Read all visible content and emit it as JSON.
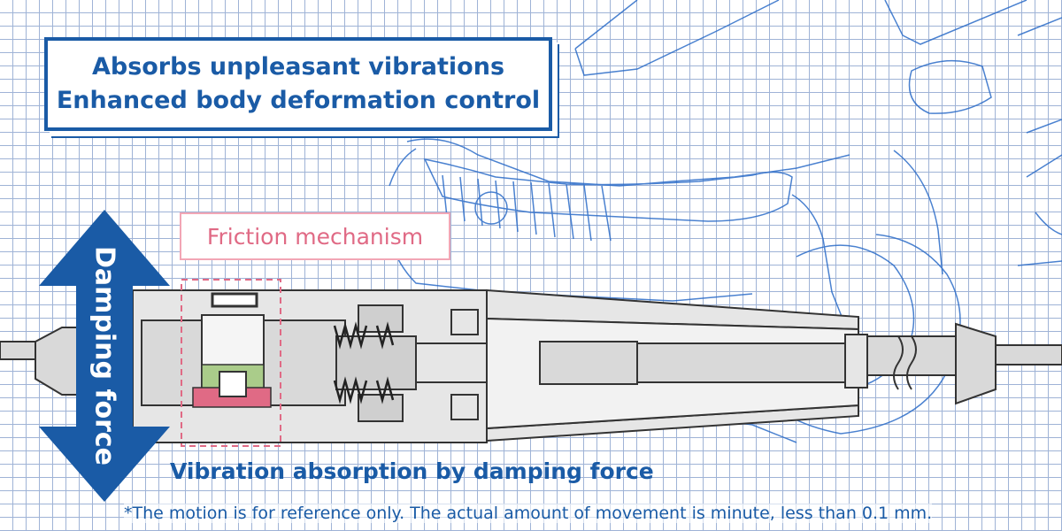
{
  "headline": {
    "line1": "Absorbs unpleasant vibrations",
    "line2": "Enhanced body deformation control"
  },
  "friction_label": "Friction mechanism",
  "damping_label": "Damping force",
  "vibration_caption": "Vibration absorption by damping force",
  "note": "*The motion is for reference only. The actual amount of movement is minute, less than 0.1 mm.",
  "colors": {
    "brand_blue": "#1a5ba6",
    "friction_pink": "#e06a85",
    "grid": "#9fb3d6",
    "part_gray": "#e6e6e6"
  }
}
